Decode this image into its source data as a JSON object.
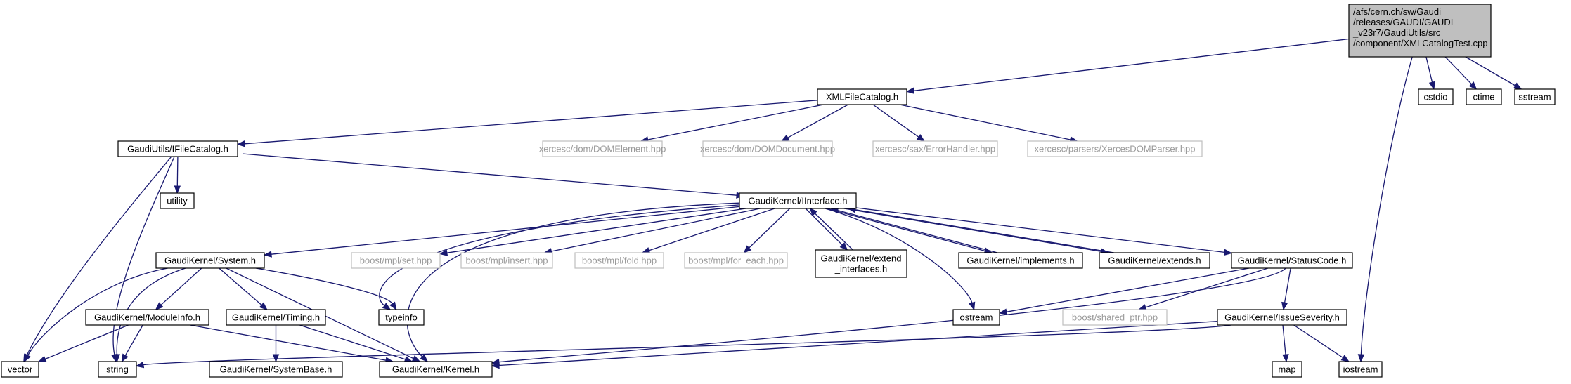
{
  "diagram": {
    "edge_color": "#191970",
    "external_border_color": "#bfbfbf",
    "root_fill": "#bfbfbf",
    "nodes": [
      {
        "id": "root",
        "kind": "root",
        "lines": [
          "/afs/cern.ch/sw/Gaudi",
          "/releases/GAUDI/GAUDI",
          "_v23r7/GaudiUtils/src",
          "/component/XMLCatalogTest.cpp"
        ]
      },
      {
        "id": "xmlfilecatalog",
        "kind": "local",
        "lines": [
          "XMLFileCatalog.h"
        ]
      },
      {
        "id": "cstdio",
        "kind": "local",
        "lines": [
          "cstdio"
        ]
      },
      {
        "id": "ctime",
        "kind": "local",
        "lines": [
          "ctime"
        ]
      },
      {
        "id": "sstream",
        "kind": "local",
        "lines": [
          "sstream"
        ]
      },
      {
        "id": "ifilecatalog",
        "kind": "local",
        "lines": [
          "GaudiUtils/IFileCatalog.h"
        ]
      },
      {
        "id": "domelement",
        "kind": "external",
        "lines": [
          "xercesc/dom/DOMElement.hpp"
        ]
      },
      {
        "id": "domdocument",
        "kind": "external",
        "lines": [
          "xercesc/dom/DOMDocument.hpp"
        ]
      },
      {
        "id": "errorhandler",
        "kind": "external",
        "lines": [
          "xercesc/sax/ErrorHandler.hpp"
        ]
      },
      {
        "id": "xercesparser",
        "kind": "external",
        "lines": [
          "xercesc/parsers/XercesDOMParser.hpp"
        ]
      },
      {
        "id": "utility",
        "kind": "local",
        "lines": [
          "utility"
        ]
      },
      {
        "id": "iinterface",
        "kind": "local",
        "lines": [
          "GaudiKernel/IInterface.h"
        ]
      },
      {
        "id": "system",
        "kind": "local",
        "lines": [
          "GaudiKernel/System.h"
        ]
      },
      {
        "id": "mplset",
        "kind": "external",
        "lines": [
          "boost/mpl/set.hpp"
        ]
      },
      {
        "id": "mplinsert",
        "kind": "external",
        "lines": [
          "boost/mpl/insert.hpp"
        ]
      },
      {
        "id": "mplfold",
        "kind": "external",
        "lines": [
          "boost/mpl/fold.hpp"
        ]
      },
      {
        "id": "mplforeach",
        "kind": "external",
        "lines": [
          "boost/mpl/for_each.hpp"
        ]
      },
      {
        "id": "extendinterfaces",
        "kind": "local",
        "lines": [
          "GaudiKernel/extend",
          "_interfaces.h"
        ]
      },
      {
        "id": "implements",
        "kind": "local",
        "lines": [
          "GaudiKernel/implements.h"
        ]
      },
      {
        "id": "extends",
        "kind": "local",
        "lines": [
          "GaudiKernel/extends.h"
        ]
      },
      {
        "id": "statuscode",
        "kind": "local",
        "lines": [
          "GaudiKernel/StatusCode.h"
        ]
      },
      {
        "id": "moduleinfo",
        "kind": "local",
        "lines": [
          "GaudiKernel/ModuleInfo.h"
        ]
      },
      {
        "id": "timing",
        "kind": "local",
        "lines": [
          "GaudiKernel/Timing.h"
        ]
      },
      {
        "id": "typeinfo",
        "kind": "local",
        "lines": [
          "typeinfo"
        ]
      },
      {
        "id": "ostream",
        "kind": "local",
        "lines": [
          "ostream"
        ]
      },
      {
        "id": "sharedptr",
        "kind": "external",
        "lines": [
          "boost/shared_ptr.hpp"
        ]
      },
      {
        "id": "issueseverity",
        "kind": "local",
        "lines": [
          "GaudiKernel/IssueSeverity.h"
        ]
      },
      {
        "id": "vector",
        "kind": "local",
        "lines": [
          "vector"
        ]
      },
      {
        "id": "string",
        "kind": "local",
        "lines": [
          "string"
        ]
      },
      {
        "id": "systembase",
        "kind": "local",
        "lines": [
          "GaudiKernel/SystemBase.h"
        ]
      },
      {
        "id": "kernel",
        "kind": "local",
        "lines": [
          "GaudiKernel/Kernel.h"
        ]
      },
      {
        "id": "map",
        "kind": "local",
        "lines": [
          "map"
        ]
      },
      {
        "id": "iostream",
        "kind": "local",
        "lines": [
          "iostream"
        ]
      }
    ],
    "edges": [
      [
        "root",
        "xmlfilecatalog"
      ],
      [
        "root",
        "cstdio"
      ],
      [
        "root",
        "ctime"
      ],
      [
        "root",
        "sstream"
      ],
      [
        "root",
        "iostream"
      ],
      [
        "xmlfilecatalog",
        "ifilecatalog"
      ],
      [
        "xmlfilecatalog",
        "domelement"
      ],
      [
        "xmlfilecatalog",
        "domdocument"
      ],
      [
        "xmlfilecatalog",
        "errorhandler"
      ],
      [
        "xmlfilecatalog",
        "xercesparser"
      ],
      [
        "ifilecatalog",
        "utility"
      ],
      [
        "ifilecatalog",
        "iinterface"
      ],
      [
        "ifilecatalog",
        "vector"
      ],
      [
        "ifilecatalog",
        "string"
      ],
      [
        "iinterface",
        "system"
      ],
      [
        "iinterface",
        "mplset"
      ],
      [
        "iinterface",
        "mplinsert"
      ],
      [
        "iinterface",
        "mplfold"
      ],
      [
        "iinterface",
        "mplforeach"
      ],
      [
        "iinterface",
        "extendinterfaces"
      ],
      [
        "iinterface",
        "implements"
      ],
      [
        "iinterface",
        "extends"
      ],
      [
        "iinterface",
        "statuscode"
      ],
      [
        "iinterface",
        "typeinfo"
      ],
      [
        "iinterface",
        "ostream"
      ],
      [
        "iinterface",
        "kernel"
      ],
      [
        "extendinterfaces",
        "iinterface"
      ],
      [
        "implements",
        "iinterface"
      ],
      [
        "extends",
        "iinterface"
      ],
      [
        "system",
        "moduleinfo"
      ],
      [
        "system",
        "timing"
      ],
      [
        "system",
        "typeinfo"
      ],
      [
        "system",
        "kernel"
      ],
      [
        "system",
        "vector"
      ],
      [
        "system",
        "string"
      ],
      [
        "moduleinfo",
        "vector"
      ],
      [
        "moduleinfo",
        "string"
      ],
      [
        "moduleinfo",
        "kernel"
      ],
      [
        "timing",
        "systembase"
      ],
      [
        "timing",
        "kernel"
      ],
      [
        "statuscode",
        "ostream"
      ],
      [
        "statuscode",
        "sharedptr"
      ],
      [
        "statuscode",
        "issueseverity"
      ],
      [
        "statuscode",
        "kernel"
      ],
      [
        "issueseverity",
        "map"
      ],
      [
        "issueseverity",
        "iostream"
      ],
      [
        "issueseverity",
        "kernel"
      ],
      [
        "issueseverity",
        "string"
      ]
    ]
  }
}
